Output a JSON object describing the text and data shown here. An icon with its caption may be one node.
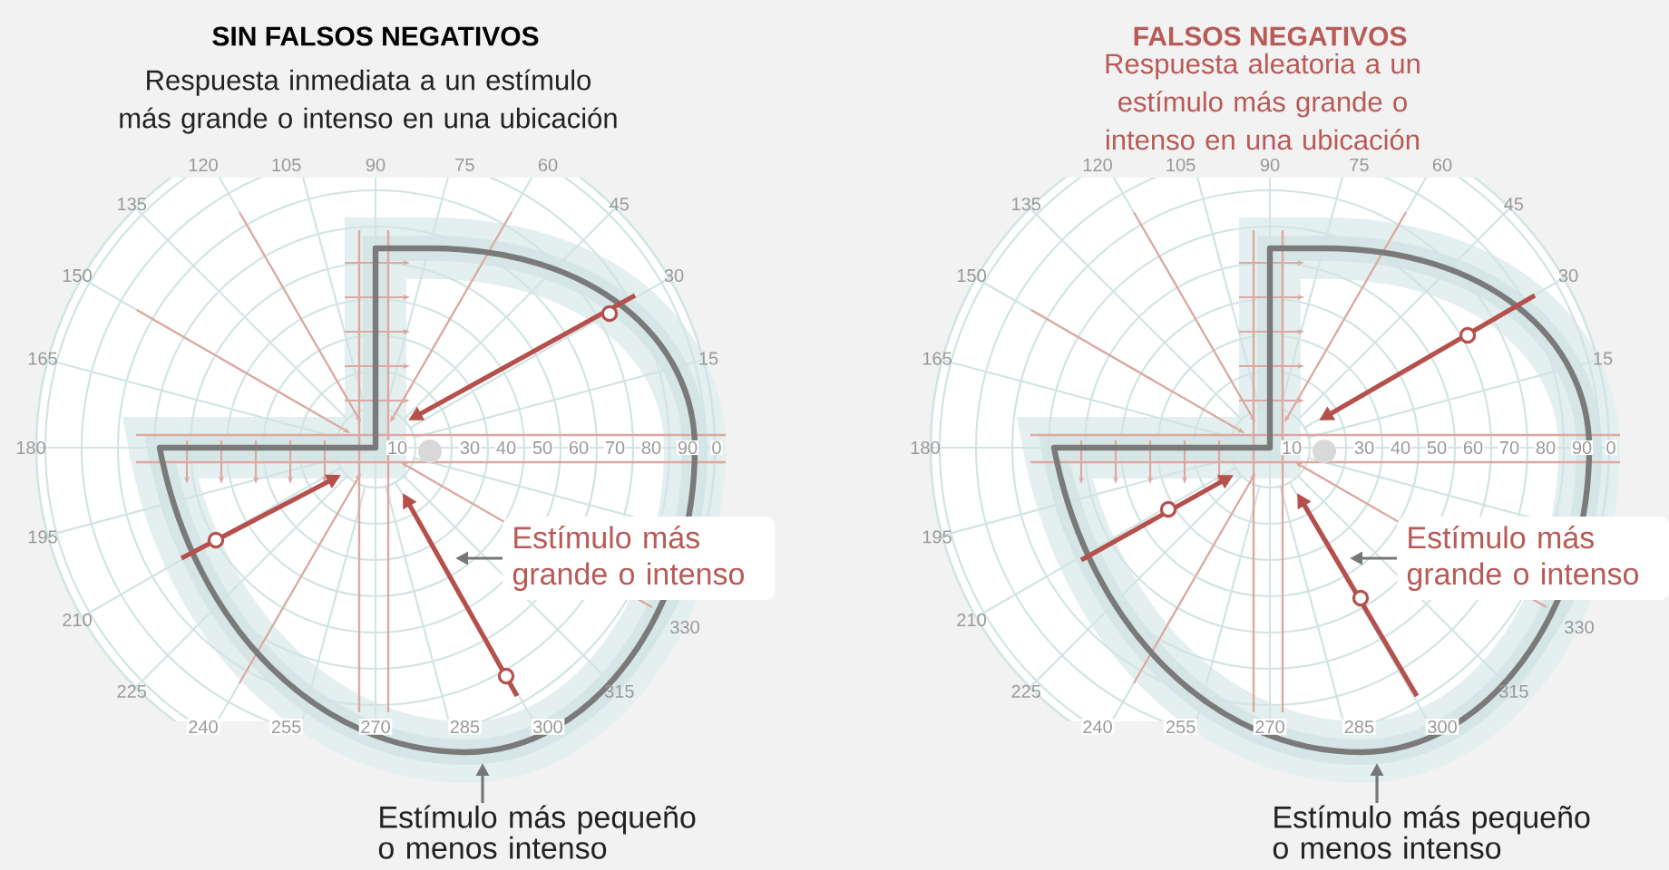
{
  "diagram": {
    "nodes": [
      {
        "text": [
          "Estímulo más grande o intenso"
        ]
      },
      {
        "text": [
          "Estímulo más pequeño o menos intenso"
        ]
      },
      {
        "text": [
          "Estímulo más grande o intenso"
        ]
      },
      {
        "text": [
          "Estímulo más pequeño o menos intenso"
        ]
      }
    ],
    "edges": [
      {
        "from": 0,
        "to": null,
        "arrow": "to"
      },
      {
        "from": 1,
        "to": null,
        "arrow": "to"
      },
      {
        "from": 2,
        "to": null,
        "arrow": "to"
      },
      {
        "from": 3,
        "to": null,
        "arrow": "to"
      }
    ],
    "labels": [
      "SIN FALSOS NEGATIVOS",
      "Respuesta inmediata a un estímulo más grande o intenso en una ubicación",
      "120",
      "105",
      "90",
      "75",
      "60",
      "135",
      "45",
      "150",
      "30",
      "165",
      "15",
      "180",
      "10",
      "30",
      "40",
      "50",
      "60",
      "70",
      "80",
      "90",
      "0",
      "195",
      "210",
      "330",
      "225",
      "315",
      "240",
      "255",
      "270",
      "285",
      "300",
      "FALSOS NEGATIVOS",
      "Respuesta aleatoria a un estímulo más grande o intenso en una ubicación",
      "120",
      "105",
      "90",
      "75",
      "60",
      "135",
      "45",
      "150",
      "30",
      "165",
      "15",
      "180",
      "10",
      "30",
      "40",
      "50",
      "60",
      "70",
      "80",
      "90",
      "0",
      "195",
      "210",
      "330",
      "225",
      "315",
      "240",
      "255",
      "270",
      "285",
      "300"
    ]
  }
}
